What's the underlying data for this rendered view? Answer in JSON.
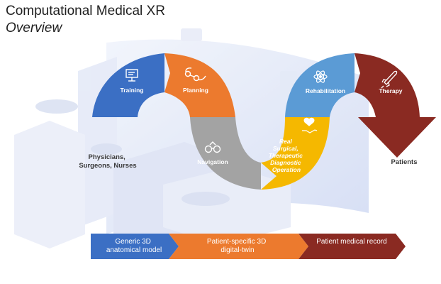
{
  "title": "Computational Medical XR",
  "subtitle": "Overview",
  "stages": [
    {
      "label": "Training",
      "icon": "presentation-board-icon",
      "color": "#3b6fc4"
    },
    {
      "label": "Planning",
      "icon": "pathway-icon",
      "color": "#ec7a2e"
    },
    {
      "label": "Navigation",
      "icon": "binoculars-icon",
      "color": "#a3a3a3"
    },
    {
      "label": [
        "Real",
        "Surgical,",
        "Therapeutic",
        "Diagnostic",
        "Operation"
      ],
      "icon": "hand-heart-icon",
      "color": "#f5b800"
    },
    {
      "label": "Rehabilitation",
      "icon": "atom-icon",
      "color": "#5b9bd5"
    },
    {
      "label": "Therapy",
      "icon": "rocket-icon",
      "color": "#8a2a22"
    }
  ],
  "actors": {
    "left": [
      "Physicians,",
      "Surgeons, Nurses"
    ],
    "right": "Patients"
  },
  "timeline": [
    {
      "label": [
        "Generic 3D",
        "anatomical model"
      ],
      "color": "#3b6fc4"
    },
    {
      "label": [
        "Patient-specific 3D",
        "digital-twin"
      ],
      "color": "#ec7a2e"
    },
    {
      "label": [
        "Patient medical record"
      ],
      "color": "#8a2a22"
    }
  ]
}
